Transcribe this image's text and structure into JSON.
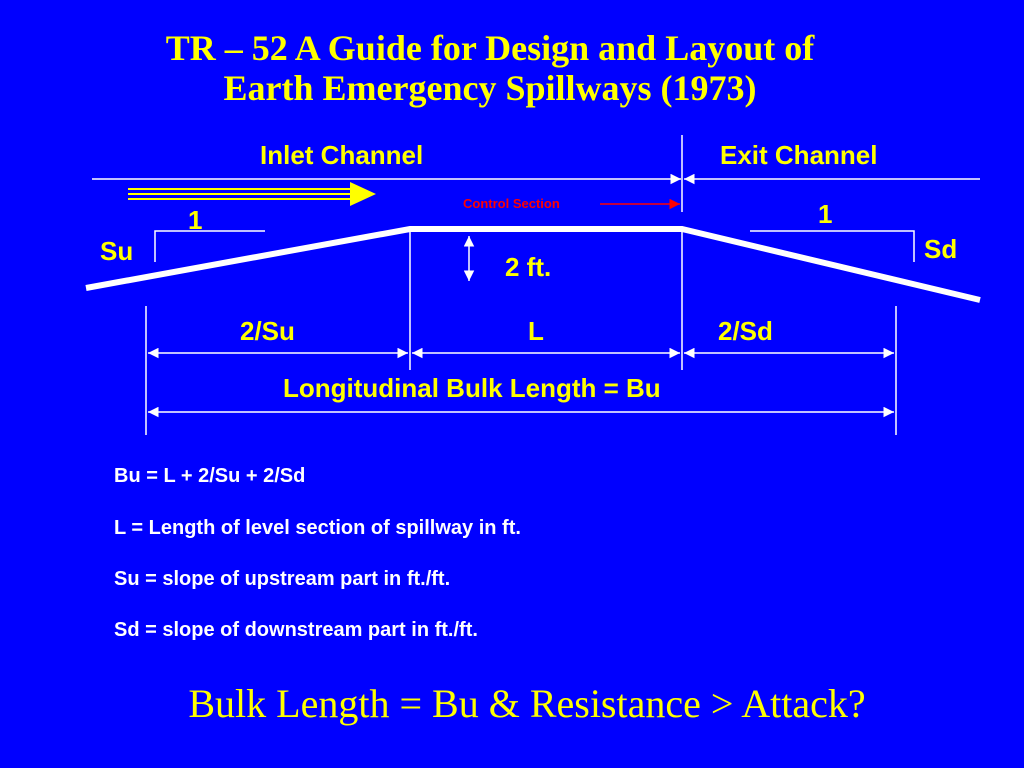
{
  "slide": {
    "title_line1": "TR – 52 A Guide for Design and Layout of",
    "title_line2": "Earth Emergency Spillways (1973)",
    "bottom_line": "Bulk Length = Bu  &  Resistance > Attack?",
    "colors": {
      "background": "#0000FF",
      "title": "#FFFF00",
      "labels": "#FFFF00",
      "lines": "#FFFFFF",
      "control_section": "#FF0000"
    }
  },
  "diagram": {
    "inlet_label": "Inlet Channel",
    "exit_label": "Exit Channel",
    "control_section_label": "Control Section",
    "upstream_rise": "1",
    "downstream_rise": "1",
    "upstream_slope": "Su",
    "downstream_slope": "Sd",
    "height_label": "2 ft.",
    "dim_upstream": "2/Su",
    "dim_level": "L",
    "dim_downstream": "2/Sd",
    "bulk_length_label": "Longitudinal Bulk Length = Bu"
  },
  "definitions": [
    "Bu = L + 2/Su + 2/Sd",
    "L  = Length of level section of spillway in ft.",
    "Su = slope of upstream part in ft./ft.",
    "Sd = slope of downstream part in ft./ft."
  ]
}
